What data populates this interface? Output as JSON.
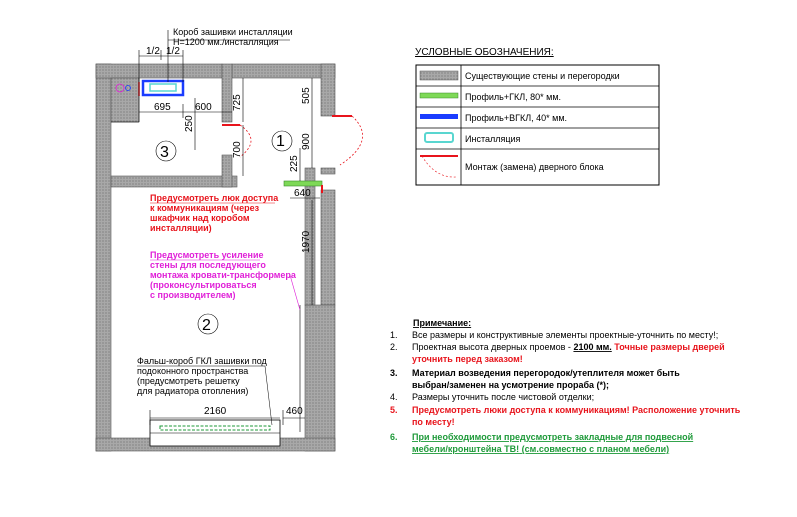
{
  "plan": {
    "rooms": [
      "1",
      "2",
      "3"
    ],
    "dims": {
      "d_half1": "1/2",
      "d_half2": "1/2",
      "d_695": "695",
      "d_600": "600",
      "d_725": "725",
      "d_250": "250",
      "d_505": "505",
      "d_900": "900",
      "d_700": "700",
      "d_225": "225",
      "d_640": "640",
      "d_1970": "1970",
      "d_2160": "2160",
      "d_460": "460"
    },
    "box_note": [
      "Короб зашивки инсталляции",
      "Н=1200 мм./инсталляция"
    ],
    "hatch_note": [
      "Предусмотреть люк доступа",
      "к коммуникациям (через",
      "шкафчик над коробом",
      "инсталляции)"
    ],
    "reinforce_note": [
      "Предусмотреть усиление",
      "стены для последующего",
      "монтажа кровати-трансформера",
      "(проконсультироваться",
      "с производителем)"
    ],
    "false_box_note": [
      "Фальш-короб ГКЛ зашивки под",
      "подоконного пространства",
      "(предусмотреть решетку",
      "для радиатора отопления)"
    ]
  },
  "legend": {
    "title": "УСЛОВНЫЕ ОБОЗНАЧЕНИЯ:",
    "items": [
      "Существующие стены и перегородки",
      "Профиль+ГКЛ, 80* мм.",
      "Профиль+ВГКЛ, 40* мм.",
      "Инсталляция",
      "Монтаж (замена) дверного блока"
    ],
    "colors": {
      "wall": "#9a9a9a",
      "gkl": "#7ed957",
      "vgkl": "#1a3cff",
      "install": "#59d6d0",
      "door": "#e8141c"
    }
  },
  "notes": {
    "title": "Примечание:",
    "items": [
      {
        "num": "1.",
        "lines": [
          "Все размеры и конструктивные элементы проектные-уточнить по месту!;"
        ]
      },
      {
        "num": "2.",
        "lines": [
          "Проектная высота дверных проемов - ",
          "2100 мм.",
          " Точные размеры дверей",
          "уточнить перед заказом!"
        ]
      },
      {
        "num": "3.",
        "lines": [
          "Материал возведения перегородок/утеплителя может быть",
          "выбран/заменен на усмотрение прораба (*);"
        ]
      },
      {
        "num": "4.",
        "lines": [
          "Размеры уточнить после чистовой отделки;"
        ]
      },
      {
        "num": "5.",
        "lines": [
          "Предусмотреть люки доступа к коммуникациям! Расположение уточнить",
          "по месту!"
        ]
      },
      {
        "num": "6.",
        "lines": [
          "При необходимости предусмотреть закладные для подвесной",
          "мебели/кронштейна ТВ! (см.совместно с планом мебели)"
        ]
      }
    ]
  }
}
